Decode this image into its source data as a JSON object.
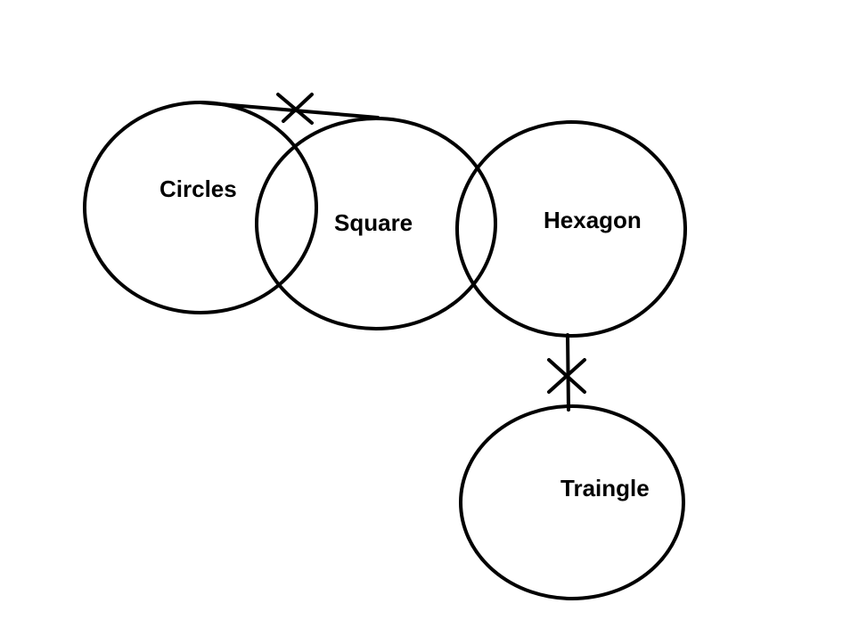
{
  "diagram": {
    "nodes": {
      "circles": {
        "label": "Circles"
      },
      "square": {
        "label": "Square"
      },
      "hexagon": {
        "label": "Hexagon"
      },
      "triangle": {
        "label": "Traingle"
      }
    },
    "edges": [
      {
        "from": "Circles",
        "to": "Square",
        "marker": "cross"
      },
      {
        "from": "Hexagon",
        "to": "Traingle",
        "marker": "cross"
      }
    ],
    "colors": {
      "stroke": "#000000",
      "background": "#ffffff"
    }
  }
}
